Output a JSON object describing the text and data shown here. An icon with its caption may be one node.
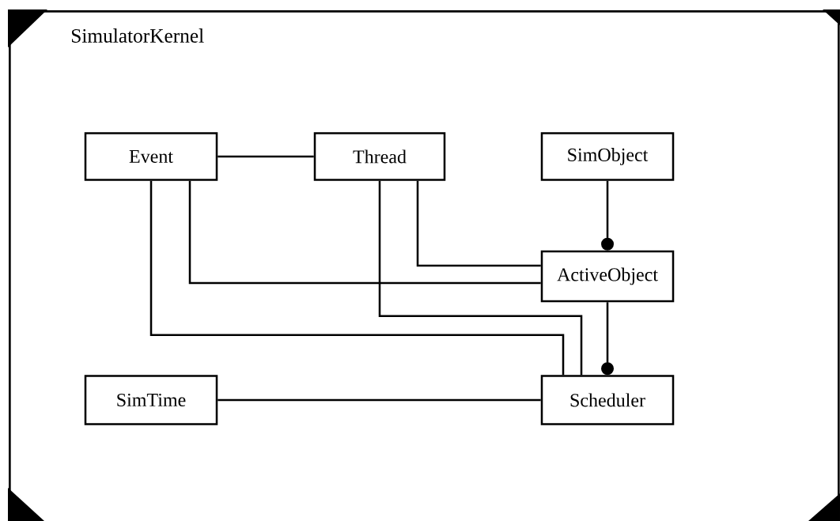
{
  "diagram": {
    "nodes": [
      {
        "text": [
          "SimulatorKernel"
        ]
      },
      {
        "text": [
          "Event"
        ],
        "in": 0
      },
      {
        "text": [
          "Thread"
        ],
        "in": 0
      },
      {
        "text": [
          "SimObject"
        ],
        "in": 0
      },
      {
        "text": [
          "ActiveObject"
        ],
        "in": 0
      },
      {
        "text": [
          "SimTime"
        ],
        "in": 0
      },
      {
        "text": [
          "Scheduler"
        ],
        "in": 0
      }
    ],
    "edges": [
      {
        "from": 1,
        "to": 2,
        "arrow": "none"
      },
      {
        "from": 3,
        "to": 4,
        "arrow": "other"
      },
      {
        "from": 2,
        "to": 4,
        "arrow": "none"
      },
      {
        "from": 1,
        "to": 4,
        "arrow": "none"
      },
      {
        "from": 1,
        "to": 6,
        "arrow": "none"
      },
      {
        "from": 2,
        "to": 6,
        "arrow": "none"
      },
      {
        "from": 4,
        "to": 6,
        "arrow": "other"
      },
      {
        "from": 5,
        "to": 6,
        "arrow": "none"
      }
    ]
  }
}
